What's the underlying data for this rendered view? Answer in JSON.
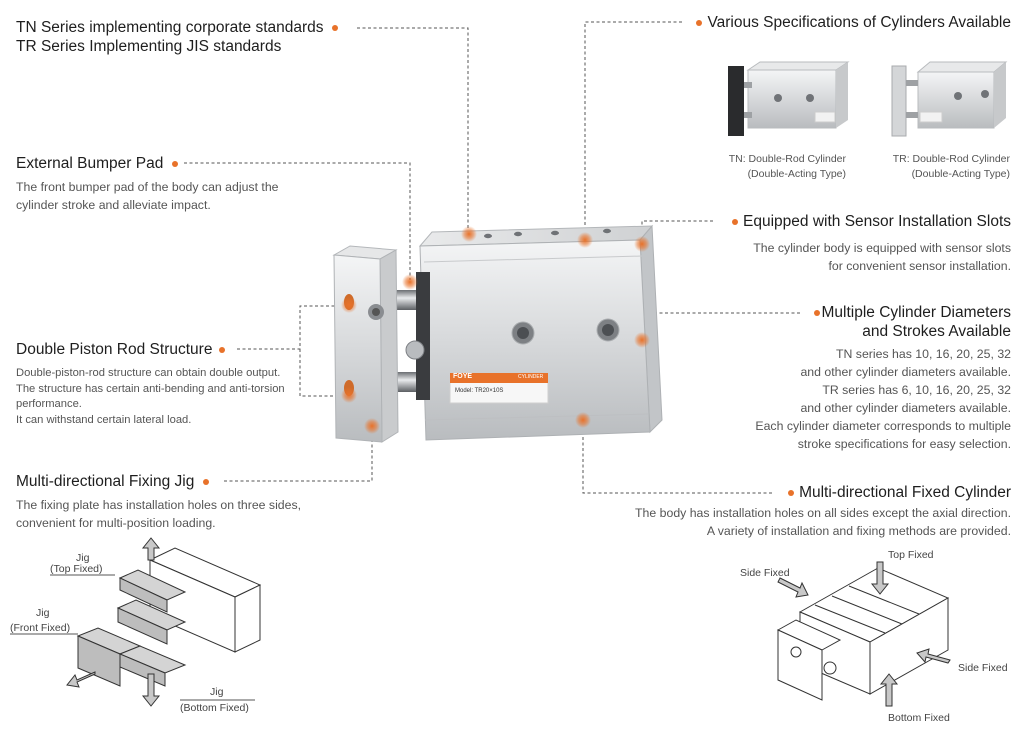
{
  "colors": {
    "accent": "#e8722a",
    "leader": "#555555"
  },
  "top_left": {
    "line1": "TN Series implementing corporate standards",
    "line2": "TR Series Implementing JIS standards"
  },
  "bumper": {
    "title": "External Bumper Pad",
    "desc1": "The front bumper pad of the body can adjust the",
    "desc2": "cylinder stroke and alleviate impact."
  },
  "double_rod": {
    "title": "Double Piston Rod Structure",
    "desc1": "Double-piston-rod structure can obtain double output.",
    "desc2": "The structure has certain anti-bending and anti-torsion",
    "desc3": "performance.",
    "desc4": "It can withstand certain lateral load."
  },
  "jig": {
    "title": "Multi-directional Fixing Jig",
    "desc1": "The fixing plate has installation holes on three sides,",
    "desc2": "convenient for multi-position loading."
  },
  "various": {
    "title": "Various Specifications of Cylinders Available",
    "tn_cap1": "TN: Double-Rod Cylinder",
    "tn_cap2": "(Double-Acting Type)",
    "tr_cap1": "TR: Double-Rod Cylinder",
    "tr_cap2": "(Double-Acting Type)"
  },
  "sensor": {
    "title": "Equipped with Sensor Installation Slots",
    "desc1": "The cylinder body is equipped with sensor slots",
    "desc2": "for convenient sensor installation."
  },
  "diam": {
    "title1": "Multiple Cylinder Diameters",
    "title2": "and Strokes Available",
    "d1": "TN series has 10, 16, 20, 25, 32",
    "d2": "and other cylinder diameters available.",
    "d3": "TR series has 6, 10, 16, 20, 25, 32",
    "d4": "and other cylinder diameters available.",
    "d5": "Each cylinder diameter corresponds to multiple",
    "d6": "stroke specifications for easy selection."
  },
  "fixed": {
    "title": "Multi-directional Fixed Cylinder",
    "desc1": "The body has installation holes on all sides except the axial direction.",
    "desc2": "A variety of installation and fixing methods are provided."
  },
  "label": {
    "brand": "FOYE",
    "model": "Model: TR20×10S",
    "tag": "CYLINDER"
  },
  "jig_diagram": {
    "jig1": "Jig",
    "top": "(Top Fixed)",
    "jig2": "Jig",
    "front": "(Front Fixed)",
    "jig3": "Jig",
    "bottom": "(Bottom Fixed)"
  },
  "fixed_diagram": {
    "top": "Top Fixed",
    "side_l": "Side Fixed",
    "side_r": "Side Fixed",
    "bottom": "Bottom Fixed"
  }
}
